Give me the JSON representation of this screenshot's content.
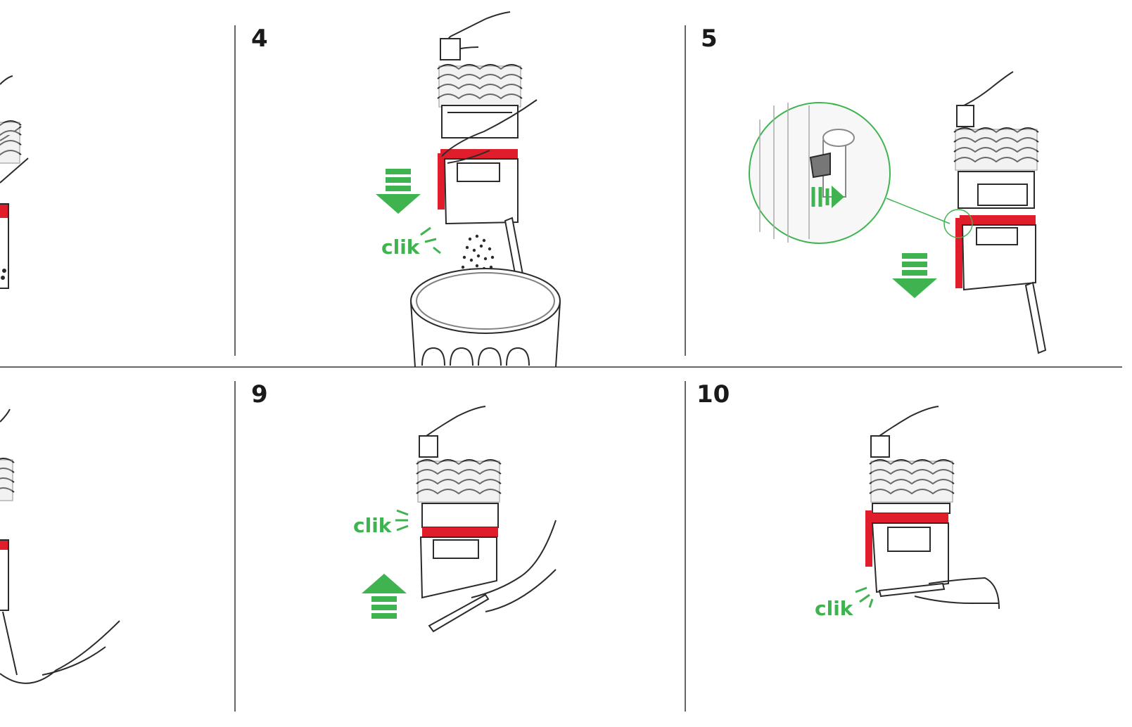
{
  "colors": {
    "accent_green": "#3fb34f",
    "accent_red": "#e01e2b",
    "line_dark": "#2b2b2b",
    "divider": "#333333"
  },
  "steps": [
    {
      "number": "4",
      "sound": "clik",
      "arrow": "down"
    },
    {
      "number": "5",
      "arrow": "down",
      "icon": "magnifier-callout"
    },
    {
      "number": "9",
      "sound": "clik",
      "arrow": "up"
    },
    {
      "number": "10",
      "sound": "clik"
    }
  ]
}
